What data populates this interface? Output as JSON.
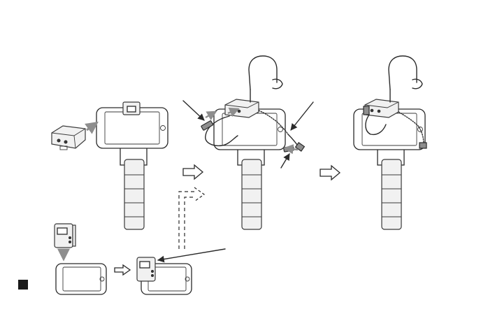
{
  "diagram": {
    "stages": [
      {
        "id": "receiver-to-rig"
      },
      {
        "id": "cables-connected"
      },
      {
        "id": "rig-complete"
      },
      {
        "id": "transmitter-to-phone"
      }
    ],
    "colors": {
      "line": "#2a2a2a",
      "arrow_grey": "#8e8e8e",
      "fill_light": "#f1f1f1",
      "badge": "#1a1a1a"
    },
    "icons": [
      "arrow-right-icon",
      "arrow-down-icon",
      "headphones-icon",
      "smartphone-icon"
    ]
  }
}
